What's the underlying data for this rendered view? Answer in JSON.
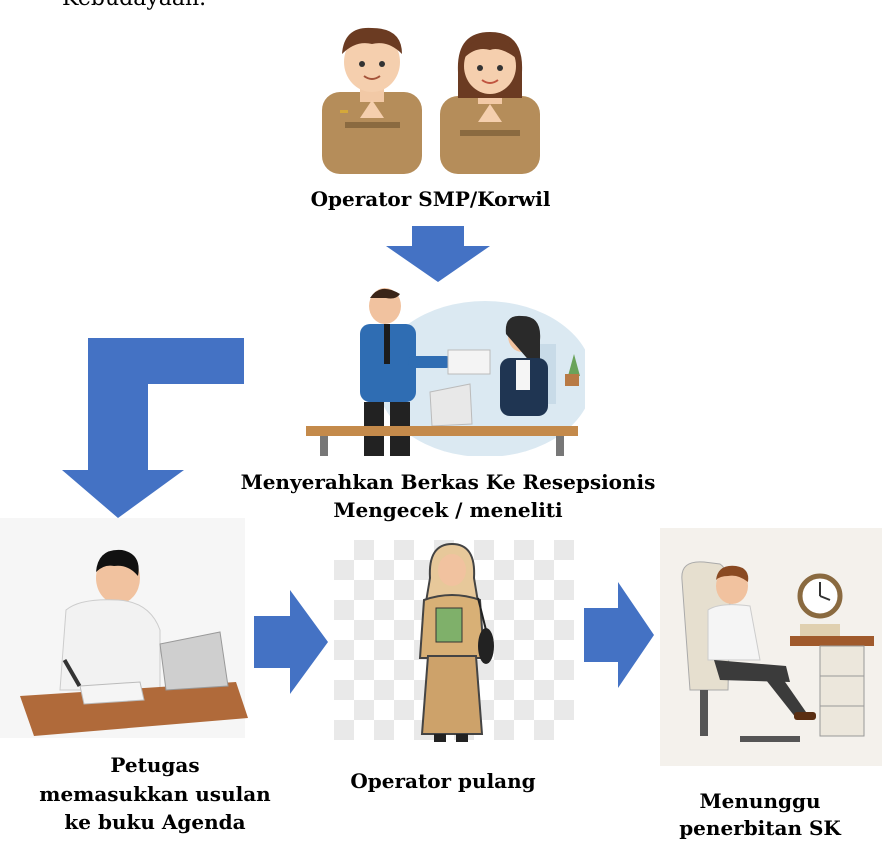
{
  "top_text": "Kebudayaan.",
  "nodes": {
    "operator": {
      "label": "Operator SMP/Korwil"
    },
    "reception": {
      "label_line1": "Menyerahkan Berkas Ke Resepsionis",
      "label_line2": "Mengecek / meneliti"
    },
    "officer": {
      "label_line1": "Petugas",
      "label_line2": "memasukkan usulan",
      "label_line3": "ke buku Agenda"
    },
    "goes_home": {
      "label": "Operator pulang"
    },
    "waiting": {
      "label_line1": "Menunggu",
      "label_line2": "penerbitan SK"
    }
  },
  "colors": {
    "arrow": "#4472c4",
    "uniform": "#b58d5a",
    "blue_shirt": "#2f6db3"
  },
  "icons": [
    "arrow-down-icon",
    "l-arrow-icon",
    "arrow-right-icon"
  ]
}
